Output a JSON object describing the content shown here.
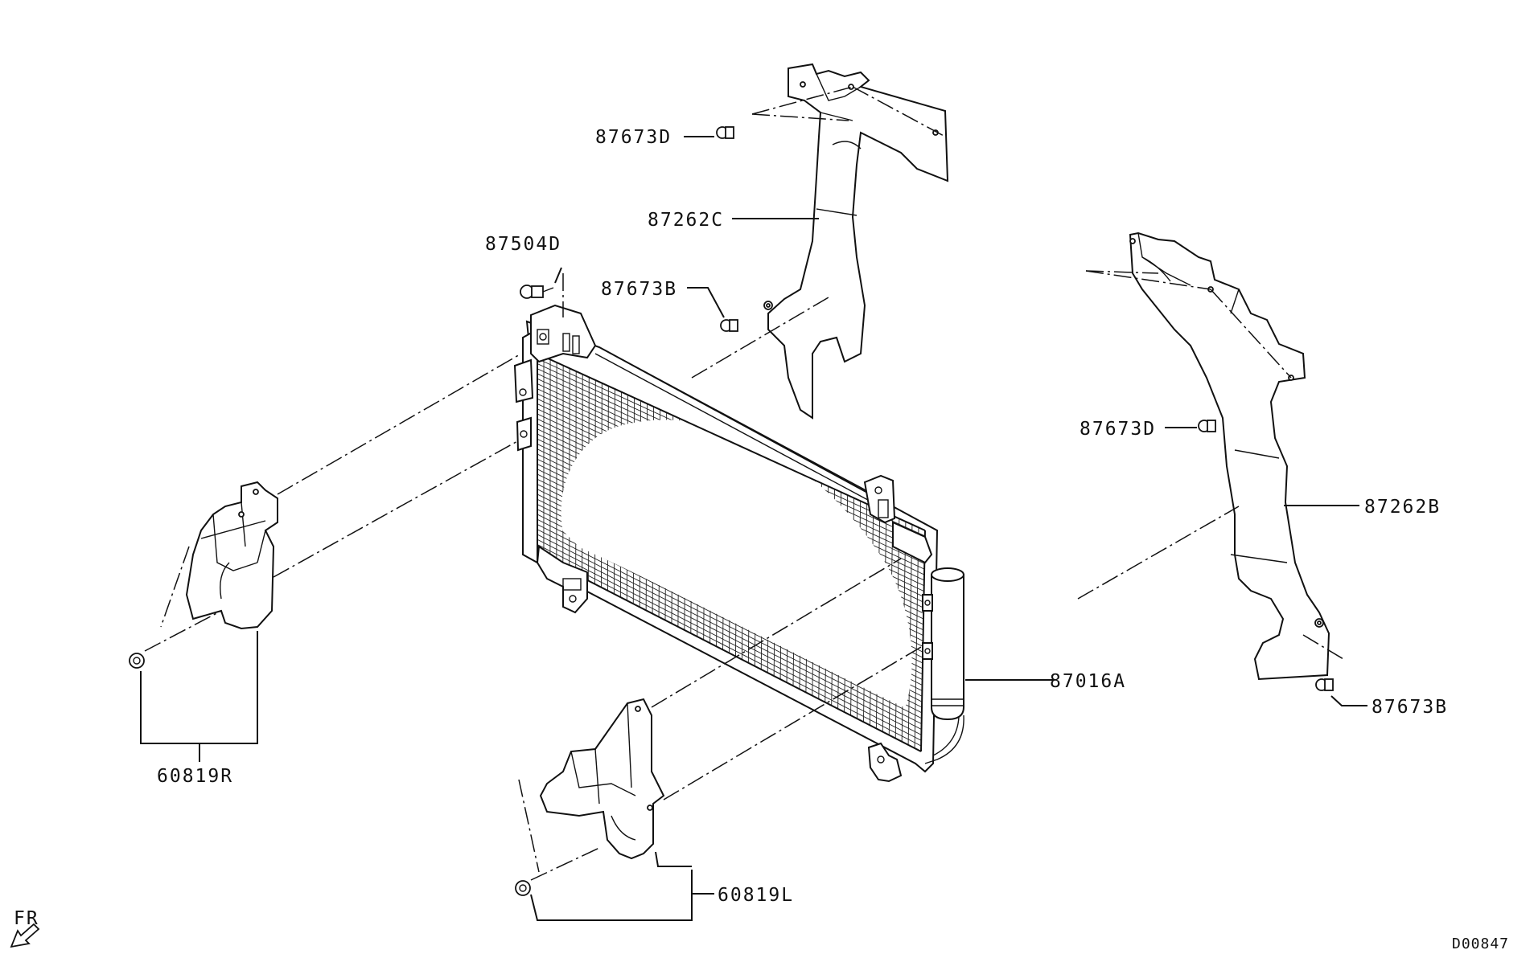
{
  "diagram": {
    "labels": {
      "p87673D_top": "87673D",
      "p87262C": "87262C",
      "p87504D": "87504D",
      "p87673B_top": "87673B",
      "p87673D_right": "87673D",
      "p87262B": "87262B",
      "p87016A": "87016A",
      "p87673B_right": "87673B",
      "p60819R": "60819R",
      "p60819L": "60819L"
    },
    "direction_marker": "FR",
    "drawing_id": "D00847"
  }
}
